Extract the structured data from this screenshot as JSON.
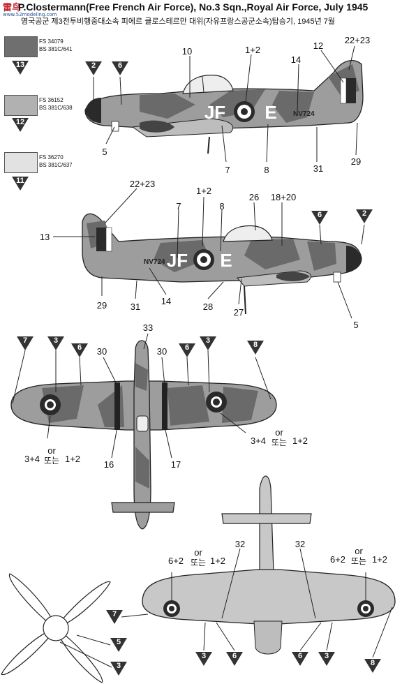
{
  "header": {
    "logo_text": "雷鸟",
    "logo_sub": "www.52modeling.com",
    "title_en": "P.Clostermann(Free French Air Force), No.3 Sqn.,Royal Air Force, July 1945",
    "title_ko": "영국공군 제3전투비행중대소속 피에르 클로스테르만 대위(자유프랑스공군소속)탑승기, 1945년 7월"
  },
  "palette": [
    {
      "fs": "FS 34079",
      "bs": "BS 381C/641",
      "num": "13",
      "color": "#6f6f6f"
    },
    {
      "fs": "FS 36152",
      "bs": "BS 381C/638",
      "num": "12",
      "color": "#b1b1b1"
    },
    {
      "fs": "FS 36270",
      "bs": "BS 381C/637",
      "num": "11",
      "color": "#e2e2e2"
    }
  ],
  "markings": {
    "code_left": "JF",
    "code_right": "E",
    "serial": "NV724"
  },
  "callouts": {
    "r10": "10",
    "r1p2": "1+2",
    "r14": "14",
    "r12": "12",
    "r22p23": "22+23",
    "r5": "5",
    "r7": "7",
    "r8": "8",
    "r31": "31",
    "r29": "29",
    "l22p23": "22+23",
    "l1p2": "1+2",
    "l26": "26",
    "l18p20": "18+20",
    "l13": "13",
    "l7": "7",
    "l8": "8",
    "l29": "29",
    "l31": "31",
    "l14": "14",
    "l28": "28",
    "l27": "27",
    "l5": "5",
    "t33": "33",
    "t30a": "30",
    "t30b": "30",
    "t16": "16",
    "t17": "17",
    "t34a": "3+4",
    "t34b": "3+4",
    "t12a": "1+2",
    "t12b": "1+2",
    "or": "or",
    "ko_or": "또는",
    "b32a": "32",
    "b32b": "32",
    "b62a": "6+2",
    "b62b": "6+2",
    "b12a": "1+2",
    "b12b": "1+2"
  },
  "triangles": {
    "r2": "2",
    "r6": "6",
    "l6": "6",
    "l2": "2",
    "t7": "7",
    "t3a": "3",
    "t6a": "6",
    "t6b": "6",
    "t3b": "3",
    "t8": "8",
    "b7": "7",
    "b3a": "3",
    "b6a": "6",
    "b6b": "6",
    "b3b": "3",
    "b8": "8",
    "p5": "5",
    "p3": "3"
  }
}
